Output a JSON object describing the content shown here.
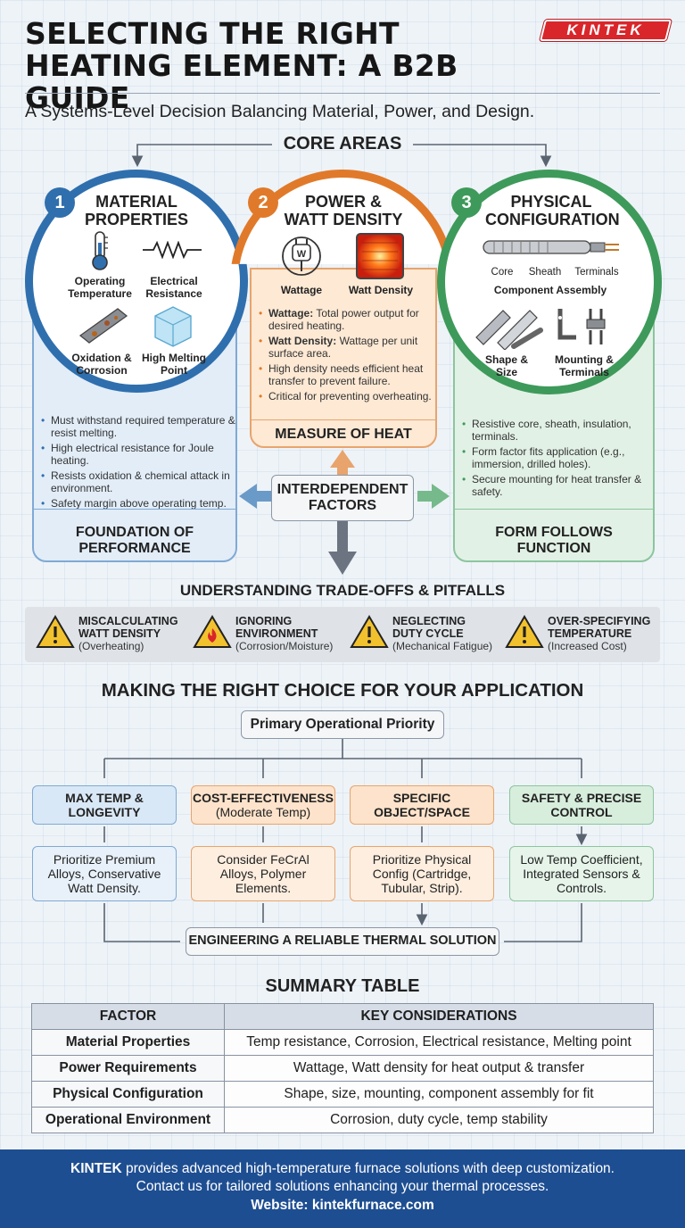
{
  "header": {
    "title_line1": "SELECTING THE RIGHT",
    "title_line2": "HEATING ELEMENT: A B2B GUIDE",
    "logo": "KINTEK",
    "subtitle": "A Systems-Level Decision Balancing Material, Power, and Design."
  },
  "core_label": "CORE AREAS",
  "areas": [
    {
      "num": "1",
      "title1": "MATERIAL",
      "title2": "PROPERTIES",
      "icons": [
        {
          "name": "thermometer-icon",
          "l1": "Operating",
          "l2": "Temperature"
        },
        {
          "name": "resistor-icon",
          "l1": "Electrical",
          "l2": "Resistance"
        },
        {
          "name": "corroded-bar-icon",
          "l1": "Oxidation &",
          "l2": "Corrosion"
        },
        {
          "name": "ice-block-icon",
          "l1": "High Melting",
          "l2": "Point"
        }
      ],
      "bullets": [
        "Must withstand required temperature & resist melting.",
        "High electrical resistance for Joule heating.",
        "Resists oxidation & chemical attack in environment.",
        "Safety margin above operating temp."
      ],
      "footer1": "FOUNDATION OF",
      "footer2": "PERFORMANCE",
      "color": "#2f6fae"
    },
    {
      "num": "2",
      "title1": "POWER &",
      "title2": "WATT DENSITY",
      "icons": [
        {
          "name": "plug-icon",
          "l1": "Wattage",
          "badge": "W"
        },
        {
          "name": "glowing-coil-icon",
          "l1": "Watt Density"
        }
      ],
      "bullets": [
        {
          "b": "Wattage:",
          "t": " Total power output for desired heating."
        },
        {
          "b": "Watt Density:",
          "t": " Wattage per unit surface area."
        },
        {
          "b": "",
          "t": "High density needs efficient heat transfer to prevent failure."
        },
        {
          "b": "",
          "t": "Critical for preventing overheating."
        }
      ],
      "footer": "MEASURE OF HEAT",
      "color": "#e07a2a"
    },
    {
      "num": "3",
      "title1": "PHYSICAL",
      "title2": "CONFIGURATION",
      "parts": [
        "Core",
        "Sheath",
        "Terminals"
      ],
      "assembly": "Component Assembly",
      "icons": [
        {
          "name": "rods-icon",
          "l1": "Shape &",
          "l2": "Size"
        },
        {
          "name": "brackets-icon",
          "l1": "Mounting &",
          "l2": "Terminals"
        }
      ],
      "bullets": [
        "Resistive core, sheath, insulation, terminals.",
        "Form factor fits application (e.g., immersion, drilled holes).",
        "Secure mounting for heat transfer & safety."
      ],
      "footer1": "FORM FOLLOWS",
      "footer2": "FUNCTION",
      "color": "#3e9a5a"
    }
  ],
  "interdependent": {
    "l1": "INTERDEPENDENT",
    "l2": "FACTORS"
  },
  "tradeoffs": {
    "title": "UNDERSTANDING TRADE-OFFS & PITFALLS",
    "items": [
      {
        "l1": "MISCALCULATING",
        "l2": "WATT DENSITY",
        "sub": "(Overheating)",
        "icon": "warning-icon"
      },
      {
        "l1": "IGNORING",
        "l2": "ENVIRONMENT",
        "sub": "(Corrosion/Moisture)",
        "icon": "fire-warning-icon"
      },
      {
        "l1": "NEGLECTING",
        "l2": "DUTY CYCLE",
        "sub": "(Mechanical Fatigue)",
        "icon": "warning-icon"
      },
      {
        "l1": "OVER-SPECIFYING",
        "l2": "TEMPERATURE",
        "sub": "(Increased Cost)",
        "icon": "warning-icon"
      }
    ]
  },
  "choice": {
    "title": "MAKING THE RIGHT CHOICE FOR YOUR APPLICATION",
    "priority": "Primary Operational Priority",
    "options": [
      {
        "h1": "MAX TEMP &",
        "h2": "LONGEVITY",
        "r": "Prioritize Premium Alloys, Conservative Watt Density."
      },
      {
        "h1": "COST-EFFECTIVENESS",
        "h2": "(Moderate Temp)",
        "r": "Consider FeCrAl Alloys, Polymer Elements."
      },
      {
        "h1": "SPECIFIC",
        "h2": "OBJECT/SPACE",
        "r": "Prioritize Physical Config (Cartridge, Tubular, Strip)."
      },
      {
        "h1": "SAFETY & PRECISE",
        "h2": "CONTROL",
        "r": "Low Temp Coefficient, Integrated Sensors & Controls."
      }
    ],
    "result": "ENGINEERING A RELIABLE THERMAL SOLUTION"
  },
  "summary": {
    "title": "SUMMARY TABLE",
    "headers": [
      "FACTOR",
      "KEY CONSIDERATIONS"
    ],
    "rows": [
      [
        "Material Properties",
        "Temp resistance, Corrosion, Electrical resistance, Melting point"
      ],
      [
        "Power Requirements",
        "Wattage, Watt density for heat output & transfer"
      ],
      [
        "Physical Configuration",
        "Shape, size, mounting, component assembly for fit"
      ],
      [
        "Operational Environment",
        "Corrosion, duty cycle, temp stability"
      ]
    ]
  },
  "footer": {
    "brand": "KINTEK",
    "l1": " provides advanced high-temperature furnace solutions with deep customization.",
    "l2": "Contact us for tailored solutions enhancing your thermal processes.",
    "l3": "Website: kintekfurnace.com"
  }
}
